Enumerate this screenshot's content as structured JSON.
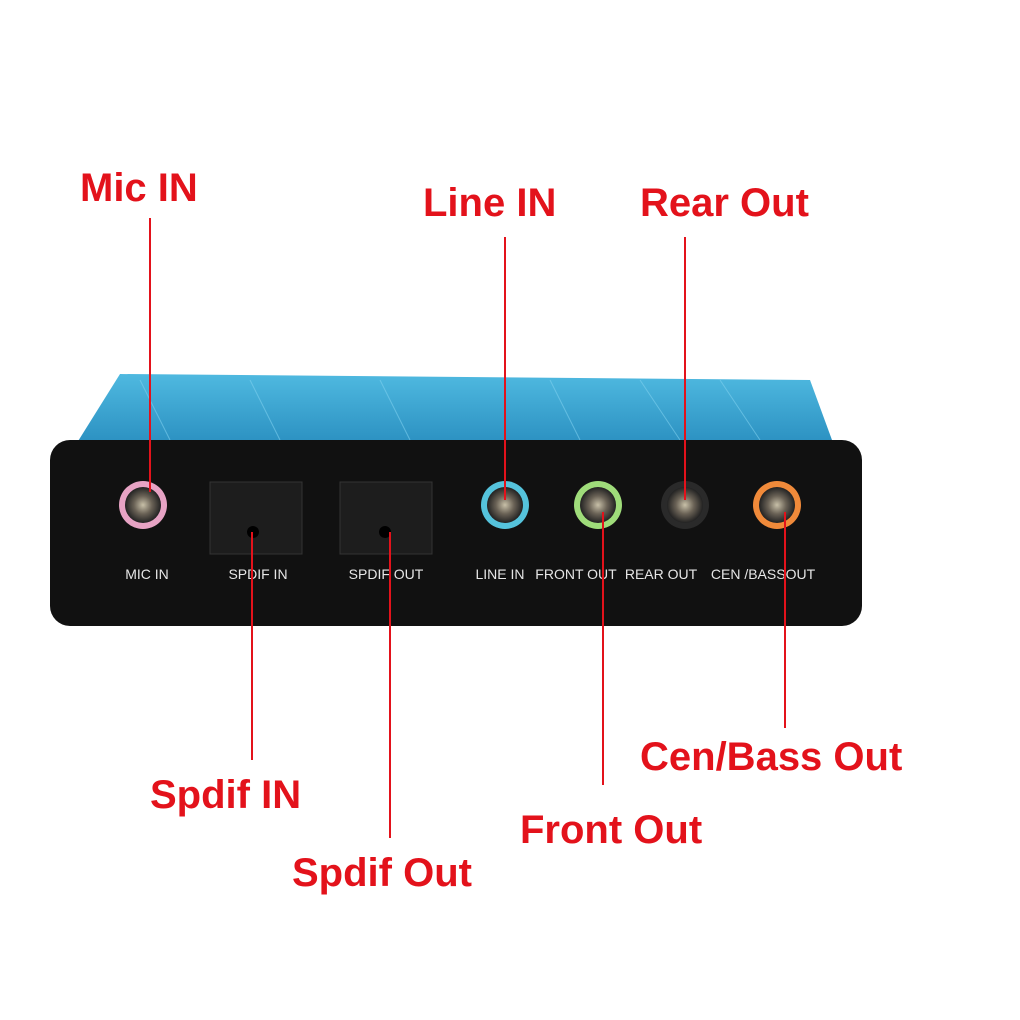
{
  "colors": {
    "callout": "#e3121b",
    "body": "#3aa9d6",
    "faceplate": "#111111"
  },
  "callouts": {
    "mic_in": "Mic IN",
    "line_in": "Line IN",
    "rear_out": "Rear Out",
    "spdif_in": "Spdif IN",
    "spdif_out": "Spdif Out",
    "front_out": "Front Out",
    "cen_bass_out": "Cen/Bass Out"
  },
  "device_labels": {
    "mic_in": "MIC IN",
    "spdif_in": "SPDIF IN",
    "spdif_out": "SPDIF OUT",
    "line_in": "LINE IN",
    "front_out": "FRONT OUT",
    "rear_out": "REAR OUT",
    "cen_bass_out": "CEN /BASSOUT"
  },
  "ports": [
    {
      "name": "mic-in",
      "ring": "#e7a3c4"
    },
    {
      "name": "line-in",
      "ring": "#55c3dc"
    },
    {
      "name": "front-out",
      "ring": "#9fdc7a"
    },
    {
      "name": "rear-out",
      "ring": "#2a2a2a"
    },
    {
      "name": "cen-bass-out",
      "ring": "#f08a3a"
    }
  ]
}
